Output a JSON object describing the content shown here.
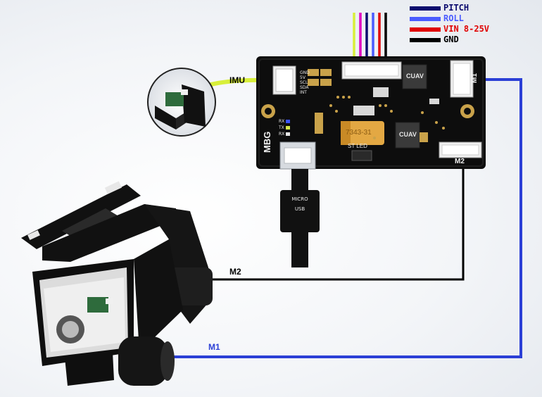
{
  "legend": {
    "items": [
      {
        "label": "PITCH",
        "color": "#0b0b6e",
        "text_color": "#0b0b6e"
      },
      {
        "label": "ROLL",
        "color": "#4a5cff",
        "text_color": "#4a5cff"
      },
      {
        "label": "VIN 8-25V",
        "color": "#e00000",
        "text_color": "#e00000"
      },
      {
        "label": "GND",
        "color": "#000000",
        "text_color": "#000000"
      }
    ]
  },
  "board": {
    "name": "MBG",
    "capacitor": "7343-31",
    "st_led": "ST LED",
    "pins": [
      "GND",
      "5V",
      "SCL",
      "SDA",
      "INT"
    ],
    "rxtx": [
      "RX",
      "TX",
      "RX"
    ],
    "chip_logo": "CUAV",
    "m1_label": "M1",
    "m2_label": "M2"
  },
  "imu": {
    "label": "IMU"
  },
  "usb": {
    "line1": "MICRO",
    "line2": "USB"
  },
  "wires": {
    "m1_label": "M1",
    "m2_label": "M2",
    "m1_color": "#2b3fd6",
    "m2_color": "#000000",
    "imu_color": "#d8ef3a",
    "top_wires": [
      "#d8ef3a",
      "#e000c0",
      "#0b0b6e",
      "#4a5cff",
      "#e00000",
      "#000000"
    ]
  }
}
